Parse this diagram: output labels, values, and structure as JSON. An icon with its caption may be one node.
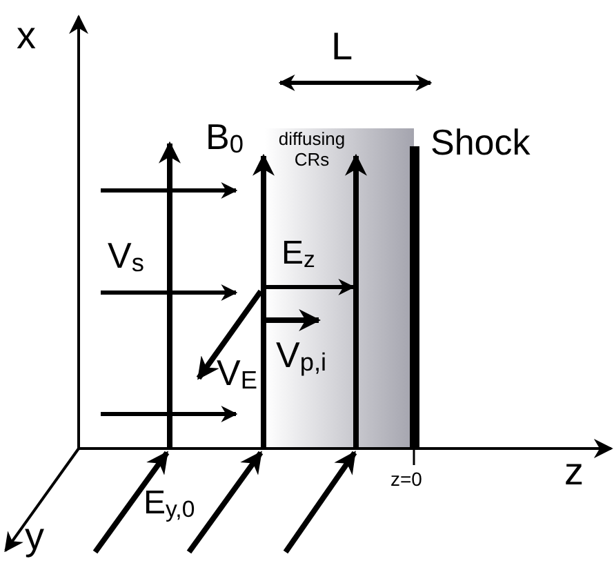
{
  "diagram": {
    "labels": [
      "x",
      "L",
      "B$_{0}$",
      "diffusing CRs",
      "Shock",
      "V$_{s}$",
      "E$_{z}$",
      "V$_{p,i}$",
      "V$_{E}$",
      "z=0",
      "z",
      "E$_{y,0}$",
      "y"
    ]
  }
}
